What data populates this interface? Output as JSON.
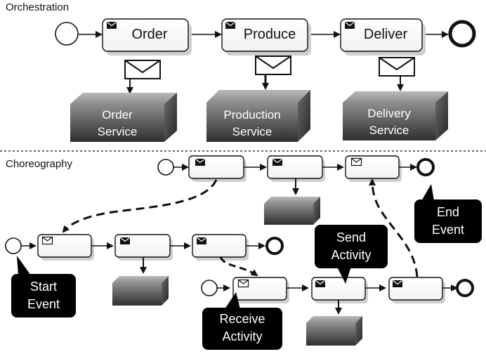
{
  "sections": {
    "orchestration_title": "Orchestration",
    "choreography_title": "Choreography"
  },
  "orchestration": {
    "tasks": [
      {
        "label": "Order"
      },
      {
        "label": "Produce"
      },
      {
        "label": "Deliver"
      }
    ],
    "services": [
      {
        "line1": "Order",
        "line2": "Service"
      },
      {
        "line1": "Production",
        "line2": "Service"
      },
      {
        "line1": "Delivery",
        "line2": "Service"
      }
    ]
  },
  "callouts": {
    "end_event": {
      "line1": "End",
      "line2": "Event"
    },
    "start_event": {
      "line1": "Start",
      "line2": "Event"
    },
    "send_activity": {
      "line1": "Send",
      "line2": "Activity"
    },
    "receive_activity": {
      "line1": "Receive",
      "line2": "Activity"
    }
  },
  "colors": {
    "stroke": "#111111",
    "box_fill": "#ffffff",
    "service_dark": "#3a3a3a",
    "service_light": "#8a8a8a",
    "callout_fill": "#000000",
    "shadow": "#cfcfcf"
  },
  "icons": [
    "envelope-icon",
    "start-event-circle",
    "end-event-circle",
    "service-box"
  ]
}
